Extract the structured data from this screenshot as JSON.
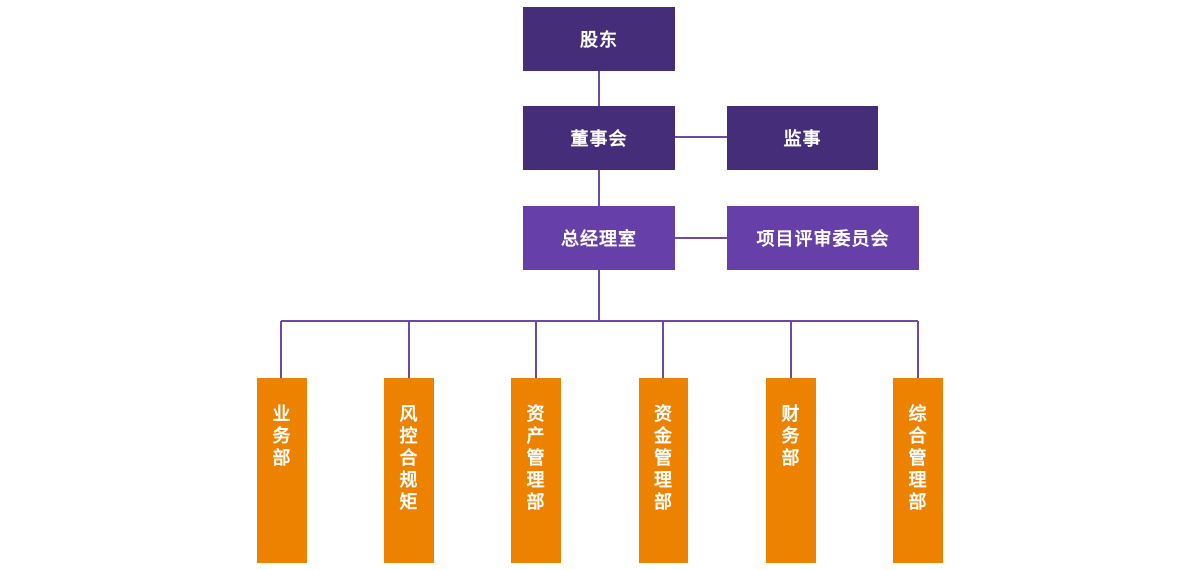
{
  "nodes": {
    "shareholders": "股东",
    "board": "董事会",
    "supervisor": "监事",
    "gm_office": "总经理室",
    "committee": "项目评审委员会"
  },
  "departments": [
    "业务部",
    "风控合规矩",
    "资产管理部",
    "资金管理部",
    "财务部",
    "综合管理部"
  ],
  "colors": {
    "top_nodes": "#452d79",
    "mid_nodes": "#673fa8",
    "departments": "#ec8200",
    "connector": "#6d4aa8"
  }
}
